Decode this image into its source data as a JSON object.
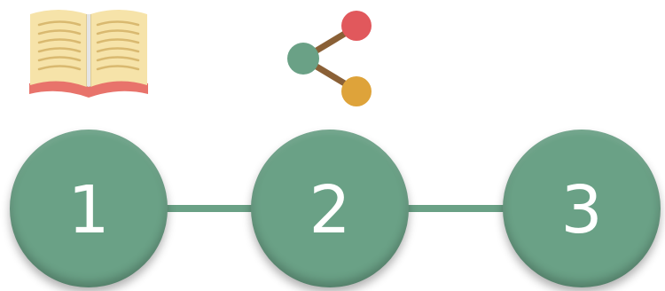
{
  "colors": {
    "step_fill": "#6aa186",
    "connector": "#6aa186",
    "book_page": "#f6e3a9",
    "book_line": "#d9b970",
    "book_edge": "#e8736b",
    "share_node_left": "#6aa186",
    "share_node_top": "#e1585c",
    "share_node_bottom": "#dea33a",
    "share_link": "#8a6036"
  },
  "icons": {
    "top_left": "book-icon",
    "top_middle": "share-icon"
  },
  "steps": [
    {
      "label": "1"
    },
    {
      "label": "2"
    },
    {
      "label": "3"
    }
  ]
}
